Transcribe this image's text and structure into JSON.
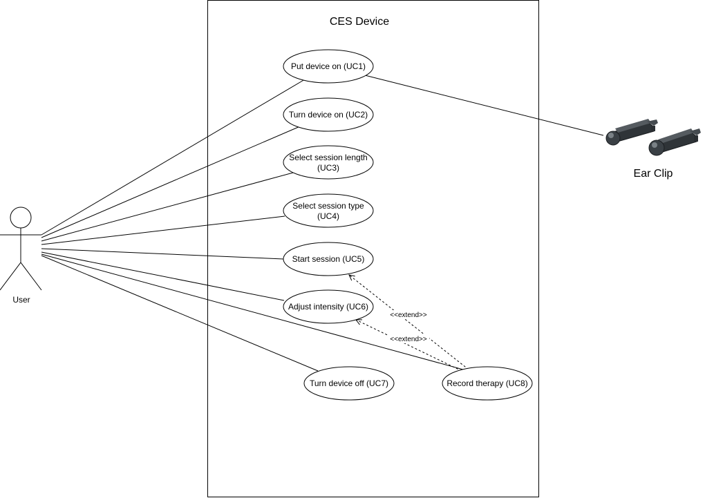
{
  "system": {
    "title": "CES Device"
  },
  "actors": {
    "user": {
      "label": "User"
    },
    "ear_clip": {
      "label": "Ear Clip",
      "icon": "ear-clip-icon"
    }
  },
  "use_cases": [
    {
      "id": "uc1",
      "lines": [
        "Put device on (UC1)"
      ]
    },
    {
      "id": "uc2",
      "lines": [
        "Turn device on (UC2)"
      ]
    },
    {
      "id": "uc3",
      "lines": [
        "Select session length",
        "(UC3)"
      ]
    },
    {
      "id": "uc4",
      "lines": [
        "Select session type",
        "(UC4)"
      ]
    },
    {
      "id": "uc5",
      "lines": [
        "Start session (UC5)"
      ]
    },
    {
      "id": "uc6",
      "lines": [
        "Adjust intensity (UC6)"
      ]
    },
    {
      "id": "uc7",
      "lines": [
        "Turn device off (UC7)"
      ]
    },
    {
      "id": "uc8",
      "lines": [
        "Record therapy (UC8)"
      ]
    }
  ],
  "relations": {
    "extend_label": "<<extend>>"
  }
}
